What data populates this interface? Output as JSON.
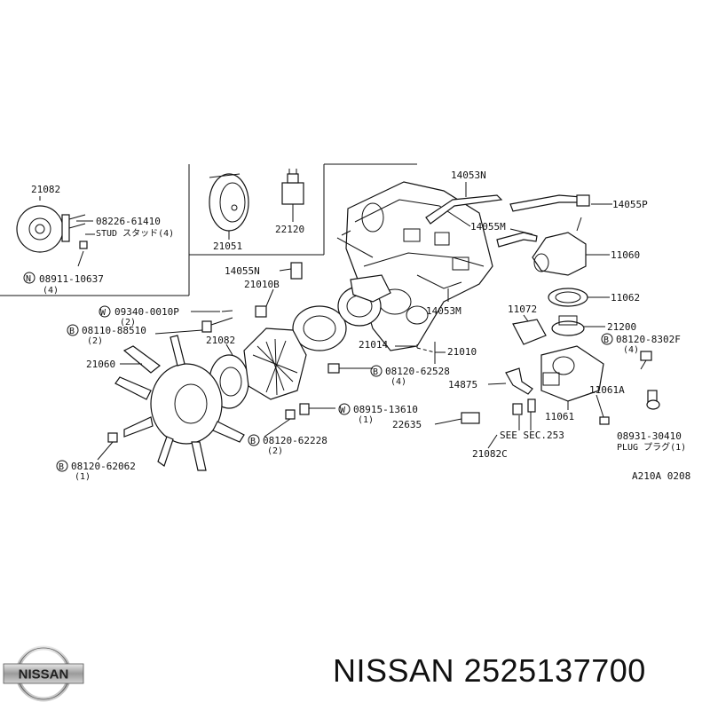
{
  "brand": "NISSAN",
  "footer": {
    "brand": "NISSAN",
    "part_number": "2525137700"
  },
  "diagram_code": "A210A 0208",
  "labels": {
    "l21082a": "21082",
    "l08226": "08226-61410",
    "lstud": "STUD スタッド(4)",
    "l08911": "08911-10637",
    "l08911q": "(4)",
    "l21051": "21051",
    "l22120": "22120",
    "l14053n": "14053N",
    "l14055p": "14055P",
    "l14055m": "14055M",
    "l11060": "11060",
    "l14055n": "14055N",
    "l21010b": "21010B",
    "l11062": "11062",
    "l09340": "09340-0010P",
    "l09340q": "(2)",
    "l08110": "08110-88510",
    "l08110q": "(2)",
    "l14053m": "14053M",
    "l11072": "11072",
    "l21200": "21200",
    "l08120a": "08120-8302F",
    "l08120aq": "(4)",
    "l21082b": "21082",
    "l21014": "21014",
    "l21010": "21010",
    "l21060": "21060",
    "l08120b": "08120-62528",
    "l08120bq": "(4)",
    "l14875": "14875",
    "l11061a": "11061A",
    "l08915": "08915-13610",
    "l08915q": "(1)",
    "l22635": "22635",
    "l11061": "11061",
    "lseesec": "SEE SEC.253",
    "l08931": "08931-30410",
    "lplug": "PLUG プラグ(1)",
    "l08120c": "08120-62228",
    "l08120cq": "(2)",
    "l21082c": "21082C",
    "l08120d": "08120-62062",
    "l08120dq": "(1)"
  },
  "markers": {
    "W": "W",
    "B": "B",
    "N": "N"
  }
}
